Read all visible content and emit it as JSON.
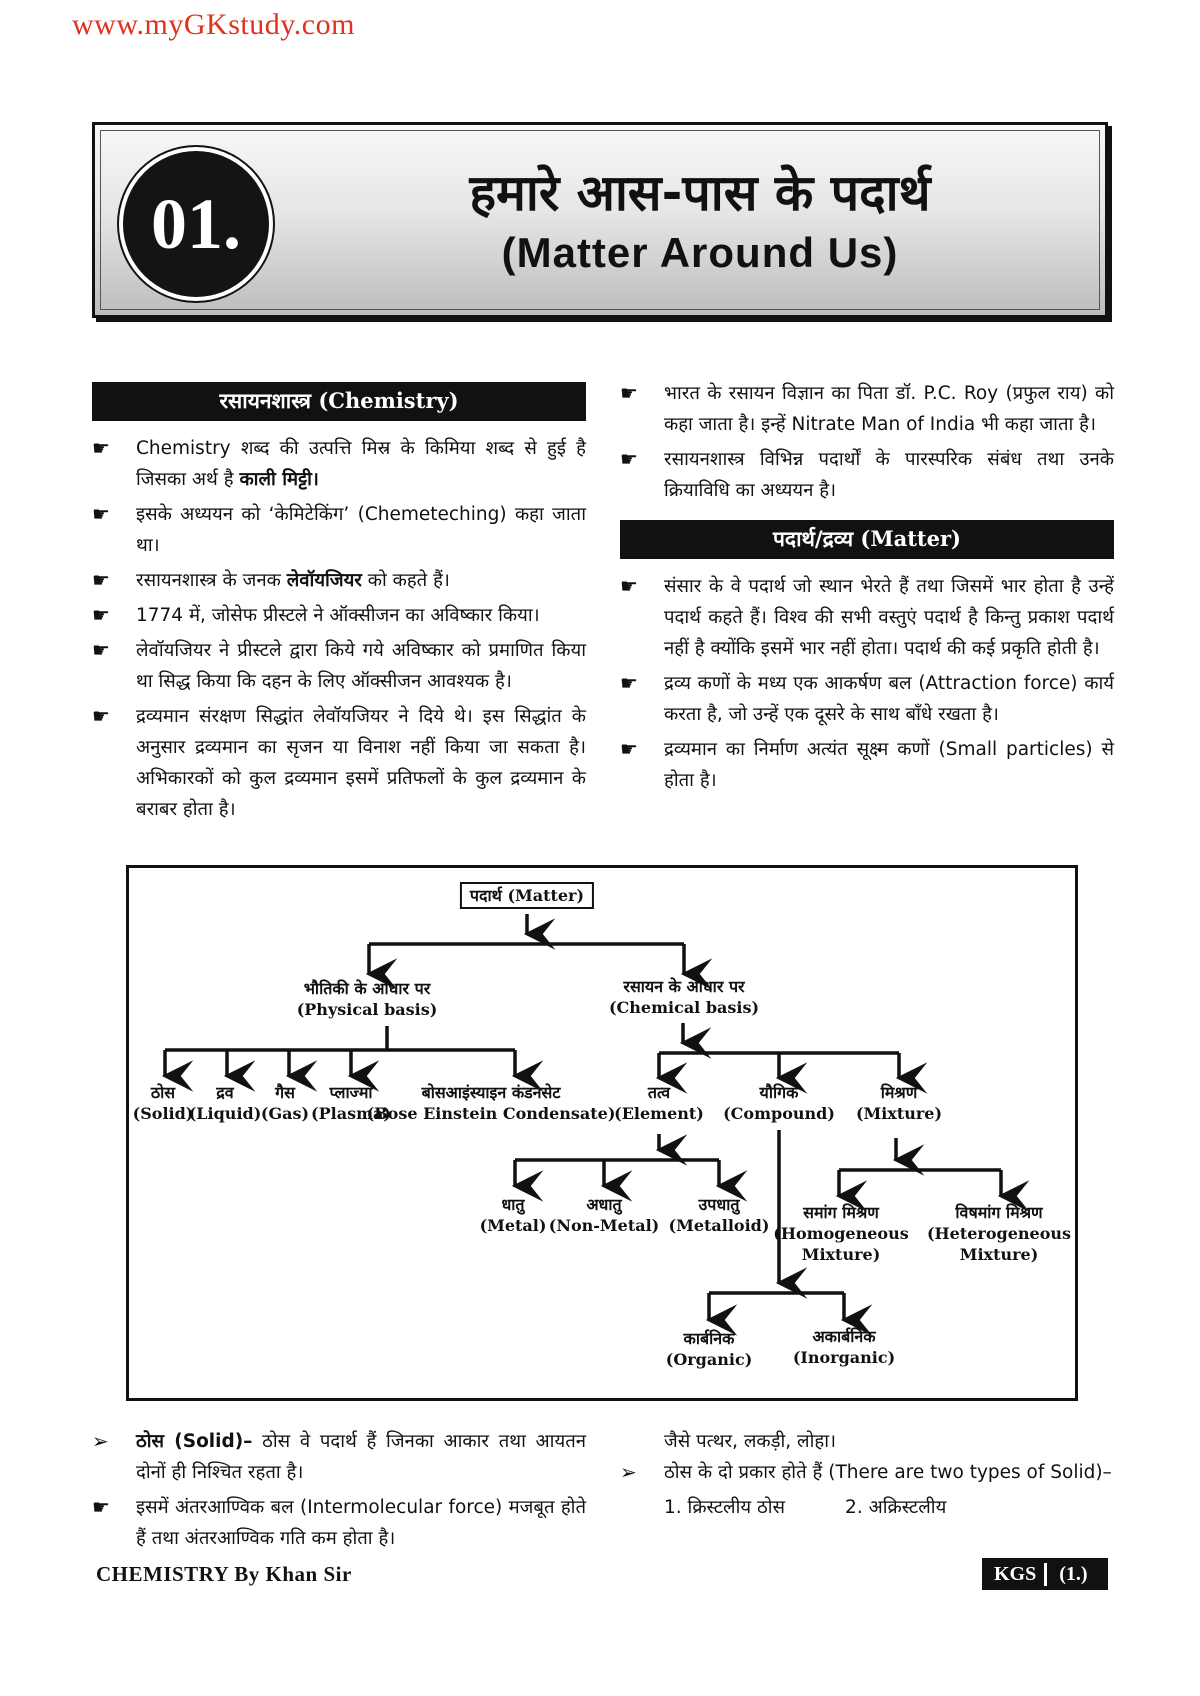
{
  "site_url": "www.myGKstudy.com",
  "chapter": {
    "number": "01.",
    "title_hindi": "हमारे आस-पास के पदार्थ",
    "title_english": "(Matter Around Us)"
  },
  "left_column": {
    "heading": "रसायनशास्त्र (Chemistry)",
    "bullets": [
      {
        "text": "Chemistry शब्द की उत्पत्ति मिस्र के किमिया शब्द से हुई है जिसका अर्थ है ",
        "bold": "काली मिट्टी।"
      },
      {
        "text": "इसके अध्ययन को ‘केमिटेकिंग’ (Chemeteching) कहा जाता था।",
        "bold": ""
      },
      {
        "text": "रसायनशास्त्र के जनक ",
        "bold": "लेवॉयजियर",
        "after": " को कहते हैं।"
      },
      {
        "text": "1774 में, जोसेफ प्रीस्टले ने ऑक्सीजन का अविष्कार किया।",
        "bold": ""
      },
      {
        "text": "लेवॉयजियर ने प्रीस्टले द्वारा किये गये अविष्कार को प्रमाणित किया था सिद्ध किया कि दहन के लिए ऑक्सीजन आवश्यक है।",
        "bold": ""
      },
      {
        "text": "द्रव्यमान संरक्षण सिद्धांत लेवॉयजियर ने दिये थे। इस सिद्धांत के अनुसार द्रव्यमान का सृजन या विनाश नहीं किया जा सकता है। अभिकारकों को कुल द्रव्यमान इसमें प्रतिफलों के कुल द्रव्यमान के बराबर होता है।",
        "bold": ""
      }
    ]
  },
  "right_column": {
    "top_bullets": [
      "भारत के रसायन विज्ञान का पिता डॉ. P.C. Roy (प्रफुल राय) को कहा जाता है। इन्हें Nitrate Man of India भी कहा जाता है।",
      "रसायनशास्त्र विभिन्न पदार्थों के पारस्परिक संबंध तथा उनके क्रियाविधि का अध्ययन है।"
    ],
    "heading": "पदार्थ/द्रव्य (Matter)",
    "bullets": [
      "संसार के वे पदार्थ जो स्थान भेरते हैं तथा जिसमें भार होता है उन्हें पदार्थ कहते हैं। विश्व की सभी वस्तुएं पदार्थ है किन्तु प्रकाश पदार्थ नहीं है क्योंकि इसमें भार नहीं होता। पदार्थ की कई प्रकृति होती है।",
      "द्रव्य कणों के मध्य एक आकर्षण बल (Attraction force) कार्य करता है, जो उन्हें एक दूसरे के साथ बाँधे रखता है।",
      "द्रव्यमान का निर्माण अत्यंत सूक्ष्म कणों (Small particles) से होता है।"
    ]
  },
  "diagram": {
    "root": "पदार्थ (Matter)",
    "physical": {
      "hi": "भौतिकी के आधार पर",
      "en": "(Physical basis)"
    },
    "chemical": {
      "hi": "रसायन के आधार पर",
      "en": "(Chemical basis)"
    },
    "solid": {
      "hi": "ठोस",
      "en": "(Solid)"
    },
    "liquid": {
      "hi": "द्रव",
      "en": "(Liquid)"
    },
    "gas": {
      "hi": "गैस",
      "en": "(Gas)"
    },
    "plasma": {
      "hi": "प्लाज्मा",
      "en": "(Plasma)"
    },
    "bec": {
      "hi": "बोसआइंस्याइन कंडनसेट",
      "en": "(Bose Einstein Condensate)"
    },
    "element": {
      "hi": "तत्व",
      "en": "(Element)"
    },
    "compound": {
      "hi": "यौगिक",
      "en": "(Compound)"
    },
    "mixture": {
      "hi": "मिश्रण",
      "en": "(Mixture)"
    },
    "metal": {
      "hi": "धातु",
      "en": "(Metal)"
    },
    "nonmetal": {
      "hi": "अधातु",
      "en": "(Non-Metal)"
    },
    "metalloid": {
      "hi": "उपधातु",
      "en": "(Metalloid)"
    },
    "homogeneous": {
      "hi": "समांग मिश्रण",
      "en1": "(Homogeneous",
      "en2": "Mixture)"
    },
    "heterogeneous": {
      "hi": "विषमांग मिश्रण",
      "en1": "(Heterogeneous",
      "en2": "Mixture)"
    },
    "organic": {
      "hi": "कार्बनिक",
      "en": "(Organic)"
    },
    "inorganic": {
      "hi": "अकार्बनिक",
      "en": "(Inorganic)"
    }
  },
  "bottom_left": {
    "solid_label": "ठोस (Solid)–",
    "solid_text": " ठोस वे पदार्थ हैं जिनका आकार तथा आयतन दोनों ही निश्चित रहता है।",
    "intermolecular": "इसमें अंतरआण्विक बल (Intermolecular force) मजबूत होते हैं तथा अंतरआण्विक गति कम होता है।"
  },
  "bottom_right": {
    "examples": "जैसे पत्थर, लकड़ी, लोहा।",
    "types_text": "ठोस के दो प्रकार होते हैं (There are two types of Solid)–",
    "type1": "1.  क्रिस्टलीय ठोस",
    "type2": "2.  अक्रिस्टलीय"
  },
  "footer": {
    "left": "CHEMISTRY By Khan Sir",
    "badge": "KGS",
    "page": "(1.)"
  }
}
